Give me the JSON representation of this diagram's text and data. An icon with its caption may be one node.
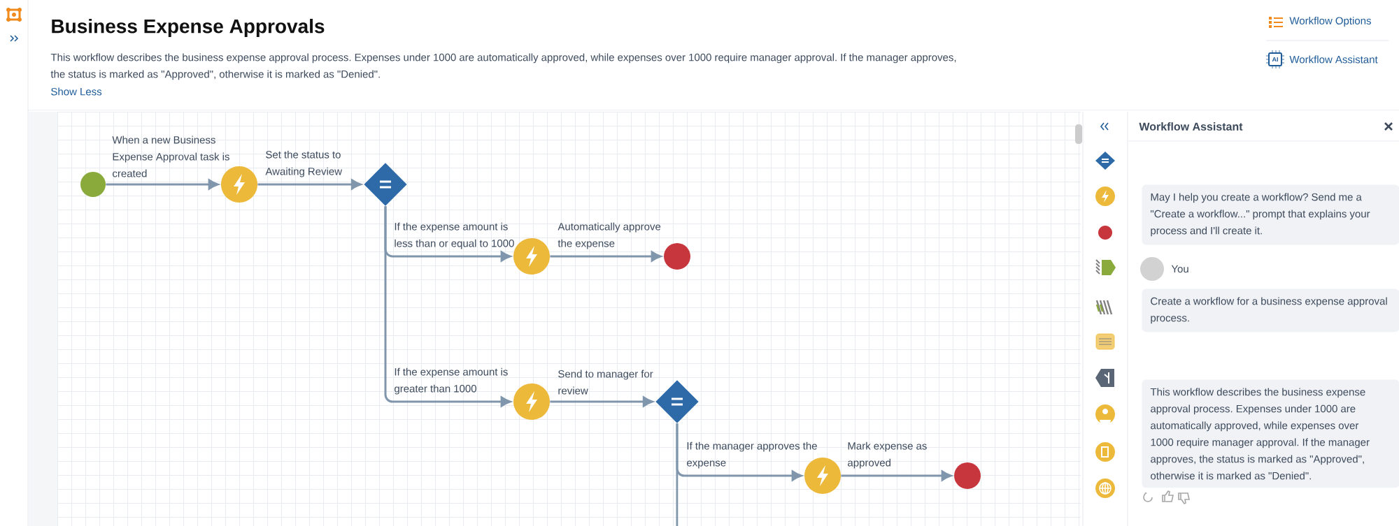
{
  "diagram": {
    "title": "Business Expense Approvals",
    "nodes": [
      {
        "text": [],
        "shape": "circle"
      },
      {
        "text": [],
        "shape": "circle"
      },
      {
        "text": [],
        "shape": "diamond"
      },
      {
        "text": [],
        "shape": "circle"
      },
      {
        "text": [],
        "shape": "circle"
      },
      {
        "text": [],
        "shape": "circle"
      },
      {
        "text": [],
        "shape": "diamond"
      },
      {
        "text": [],
        "shape": "circle"
      },
      {
        "text": [],
        "shape": "circle"
      }
    ],
    "edges": [
      {
        "from": 0,
        "to": 1,
        "arrow": "to",
        "label": "When a new Business Expense Approval task is created"
      },
      {
        "from": 1,
        "to": 2,
        "arrow": "to",
        "label": "Set the status to Awaiting Review"
      },
      {
        "from": 2,
        "to": 3,
        "arrow": "to",
        "label": "If the expense amount is less than or equal to 1000"
      },
      {
        "from": 3,
        "to": 4,
        "arrow": "to",
        "label": "Automatically approve the expense"
      },
      {
        "from": 2,
        "to": 5,
        "arrow": "to",
        "label": "If the expense amount is greater than 1000"
      },
      {
        "from": 5,
        "to": 6,
        "arrow": "to",
        "label": "Send to manager for review"
      },
      {
        "from": 6,
        "to": 7,
        "arrow": "to",
        "label": "If the manager approves the expense"
      },
      {
        "from": 7,
        "to": 8,
        "arrow": "to",
        "label": "Mark expense as approved"
      },
      {
        "from": 6,
        "to": null,
        "arrow": "none"
      }
    ],
    "labels": [
      "This workflow describes the business expense approval process. Expenses under 1000 are automatically approved, while expenses over 1000 require manager approval. If the manager approves, the status is marked as \"Approved\", otherwise it is marked as \"Denied\".",
      "Show Less",
      "Workflow Options",
      "Workflow Assistant",
      "Workflow Assistant",
      "May I help you create a workflow? Send me a \"Create a workflow...\" prompt that explains your process and I'll create it.",
      "You",
      "Create a workflow for a business expense approval process.",
      "This workflow describes the business expense approval process. Expenses under 1000 are automatically approved, while expenses over 1000 require manager approval. If the manager approves, the status is marked as \"Approved\", otherwise it is marked as \"Denied\".",
      "AI"
    ]
  }
}
